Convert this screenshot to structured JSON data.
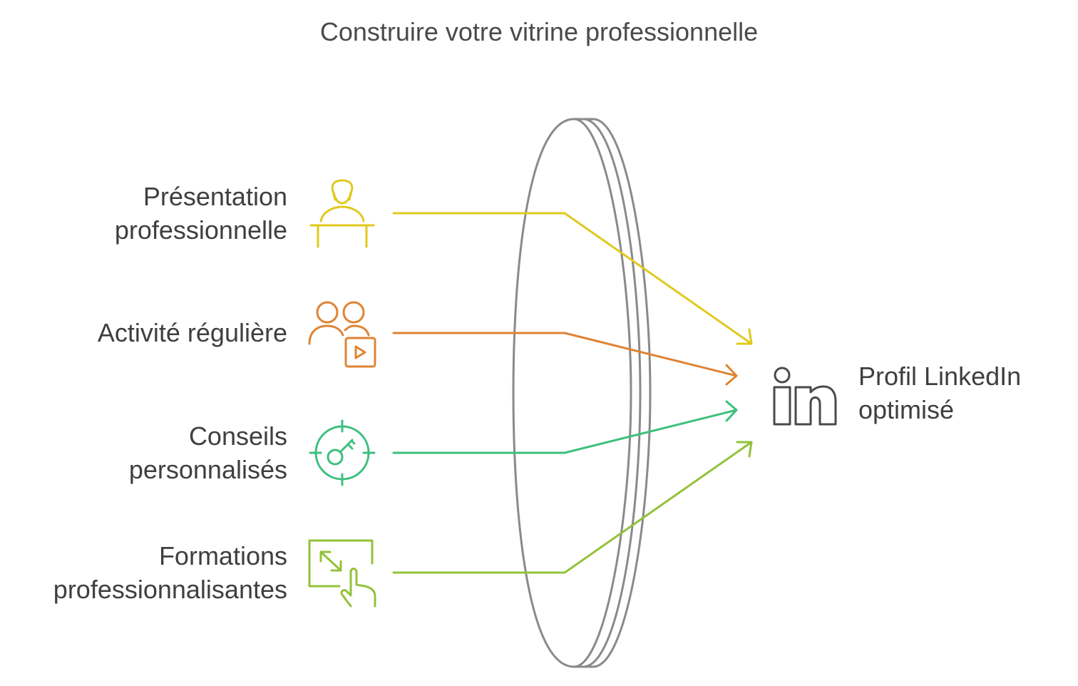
{
  "title": "Construire votre vitrine professionnelle",
  "inputs": [
    {
      "line1": "Présentation",
      "line2": "professionnelle",
      "icon": "presenter-icon",
      "color": "#e0c91e"
    },
    {
      "line1": "Activité régulière",
      "line2": "",
      "icon": "users-video-icon",
      "color": "#de8433"
    },
    {
      "line1": "Conseils",
      "line2": "personnalisés",
      "icon": "target-key-icon",
      "color": "#3dbf7e"
    },
    {
      "line1": "Formations",
      "line2": "professionnalisantes",
      "icon": "touch-expand-icon",
      "color": "#93c23a"
    }
  ],
  "lens": {
    "icon": "lens-shape",
    "color": "#8a8a8a"
  },
  "output": {
    "line1": "Profil LinkedIn",
    "line2": "optimisé",
    "icon": "linkedin-icon",
    "color": "#4a4a4a"
  }
}
